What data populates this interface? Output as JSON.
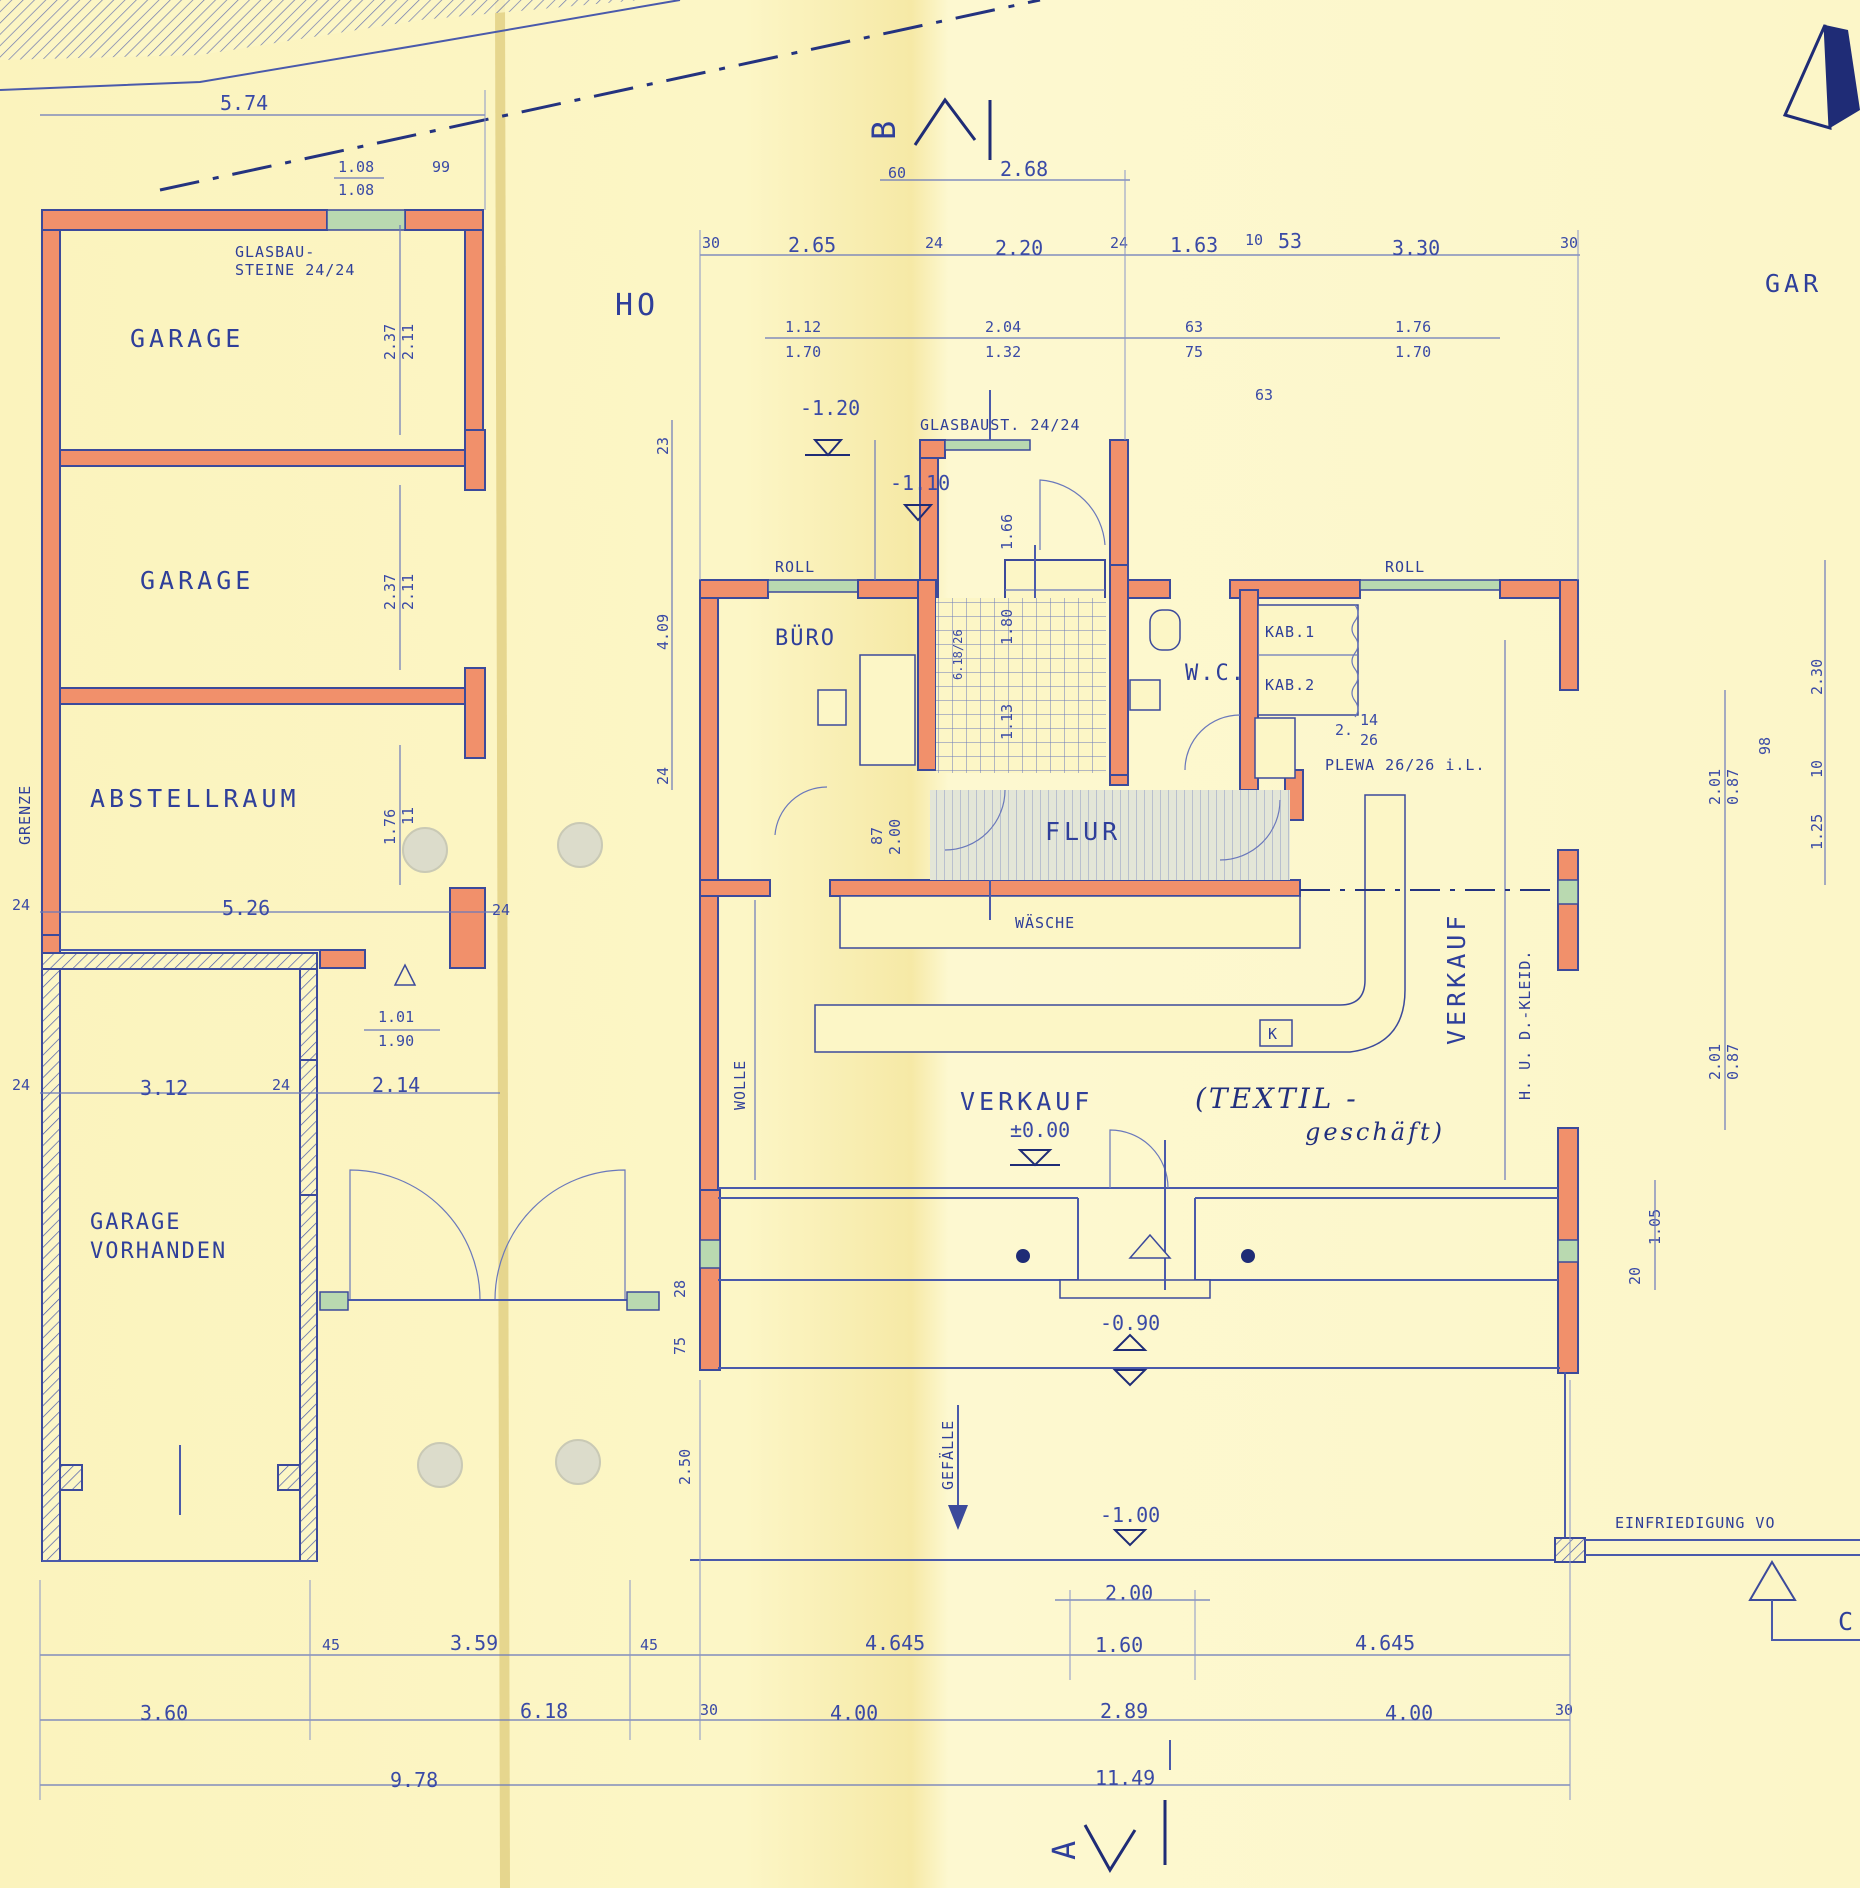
{
  "rooms": {
    "garage1": "GARAGE",
    "garage2": "GARAGE",
    "abstellraum": "ABSTELLRAUM",
    "garage_vorhanden_1": "GARAGE",
    "garage_vorhanden_2": "VORHANDEN",
    "buero": "BÜRO",
    "wc": "W.C.",
    "kab1": "KAB.1",
    "kab2": "KAB.2",
    "flur": "FLUR",
    "waesche": "WÄSCHE",
    "wolle": "WOLLE",
    "verkauf_main": "VERKAUF",
    "verkauf_vertical": "VERKAUF",
    "hdkleid": "H. U. D.-KLEID.",
    "textil_1": "(TEXTIL -",
    "textil_2": "geschäft)"
  },
  "annotations": {
    "glasbau1_line1": "GLASBAU-",
    "glasbau1_line2": "STEINE 24/24",
    "glasbau2": "GLASBAUST. 24/24",
    "roll1": "ROLL",
    "roll2": "ROLL",
    "plewa": "PLEWA 26/26 i.L.",
    "grenze": "GRENZE",
    "einfriedigung": "EINFRIEDIGUNG VO",
    "gefaelle": "GEFÄLLE",
    "gar_right": "GAR",
    "section_b": "B",
    "section_a": "A",
    "ho": "HO",
    "level_main": "±0.00",
    "level_entry": "-0.90",
    "level_outside": "-1.00",
    "level_stair_top": "-1.20",
    "level_landing": "-1.10",
    "kabel_frac_num": "2.",
    "kabel_frac_top": "14",
    "kabel_frac_bot": "26",
    "k_box": "K",
    "c_box": "C"
  },
  "dimensions": {
    "d_574": "5.74",
    "d_108a": "1.08",
    "d_108b": "1.08",
    "d_99": "99",
    "d_60": "60",
    "d_268": "2.68",
    "d_30a": "30",
    "d_265": "2.65",
    "d_24a": "24",
    "d_220": "2.20",
    "d_24b": "24",
    "d_163": "1.63",
    "d_10": "10",
    "d_53": "53",
    "d_330": "3.30",
    "d_30b": "30",
    "d_112": "1.12",
    "d_170a": "1.70",
    "d_204": "2.04",
    "d_132": "1.32",
    "d_63a": "63",
    "d_75a": "75",
    "d_176": "1.76",
    "d_170b": "1.70",
    "d_63b": "63",
    "d_237a": "2.37",
    "d_211a": "2.11",
    "d_237b": "2.37",
    "d_211b": "2.11",
    "d_176b": "1.76",
    "d_11": "11",
    "d_24c": "24",
    "d_526": "5.26",
    "d_24d": "24",
    "d_101": "1.01",
    "d_190": "1.90",
    "d_24e": "24",
    "d_312": "3.12",
    "d_24f": "24",
    "d_214": "2.14",
    "d_23": "23",
    "d_409": "4.09",
    "d_24g": "24",
    "d_166": "1.66",
    "d_180": "1.80",
    "d_113": "1.13",
    "d_626": "6.18/26",
    "d_87": "87",
    "d_200a": "2.00",
    "d_28": "28",
    "d_75b": "75",
    "d_250": "2.50",
    "d_200b": "2.00",
    "d_45a": "45",
    "d_359": "3.59",
    "d_45b": "45",
    "d_4645a": "4.645",
    "d_160": "1.60",
    "d_4645b": "4.645",
    "d_360": "3.60",
    "d_618": "6.18",
    "d_30c": "30",
    "d_400a": "4.00",
    "d_289": "2.89",
    "d_400b": "4.00",
    "d_30d": "30",
    "d_978": "9.78",
    "d_1149": "11.49",
    "d_230": "2.30",
    "d_201a": "2.01",
    "d_087a": "0.87",
    "d_98": "98",
    "d_10b": "10",
    "d_125": "1.25",
    "d_201b": "2.01",
    "d_087b": "0.87",
    "d_105": "1.05",
    "d_20": "20"
  },
  "colors": {
    "wall_fill": "#f1906b",
    "ink": "#3c4a9b",
    "paper": "#fcf6c6",
    "glass_green": "#b9d9b0"
  }
}
